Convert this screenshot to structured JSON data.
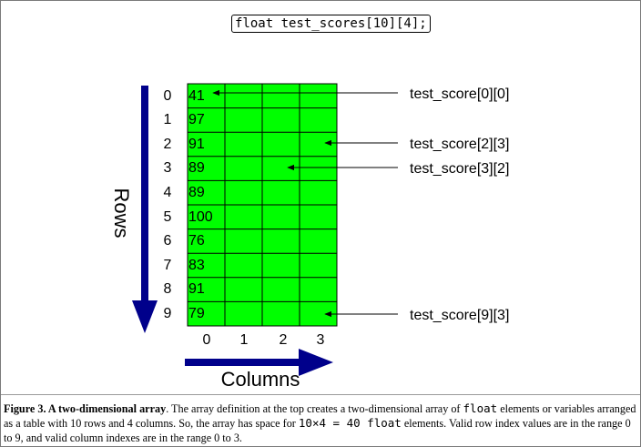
{
  "declaration": "float test_scores[10][4];",
  "row_indices": [
    "0",
    "1",
    "2",
    "3",
    "4",
    "5",
    "6",
    "7",
    "8",
    "9"
  ],
  "column_indices": [
    "0",
    "1",
    "2",
    "3"
  ],
  "cell_values": [
    "41",
    "97",
    "91",
    "89",
    "89",
    "100",
    "76",
    "83",
    "91",
    "79"
  ],
  "rows_label": "Rows",
  "columns_label": "Columns",
  "pointer_labels": [
    "test_score[0][0]",
    "test_score[2][3]",
    "test_score[3][2]",
    "test_score[9][3]"
  ],
  "colors": {
    "grid_fill": "#00ff00",
    "arrow": "#00008b",
    "grid_line": "#000000"
  },
  "caption": {
    "title": "Figure 3. A two-dimensional array",
    "p1": ". The array definition at the top creates a two-dimensional array of ",
    "c1": "float",
    "p2": " elements or variables arranged as a table with 10 rows and 4 columns. So, the array has space for ",
    "c2": "10×4 = 40 float",
    "p3": " elements. Valid row index values are in the range 0 to 9, and valid column indexes are in the range 0 to 3."
  }
}
